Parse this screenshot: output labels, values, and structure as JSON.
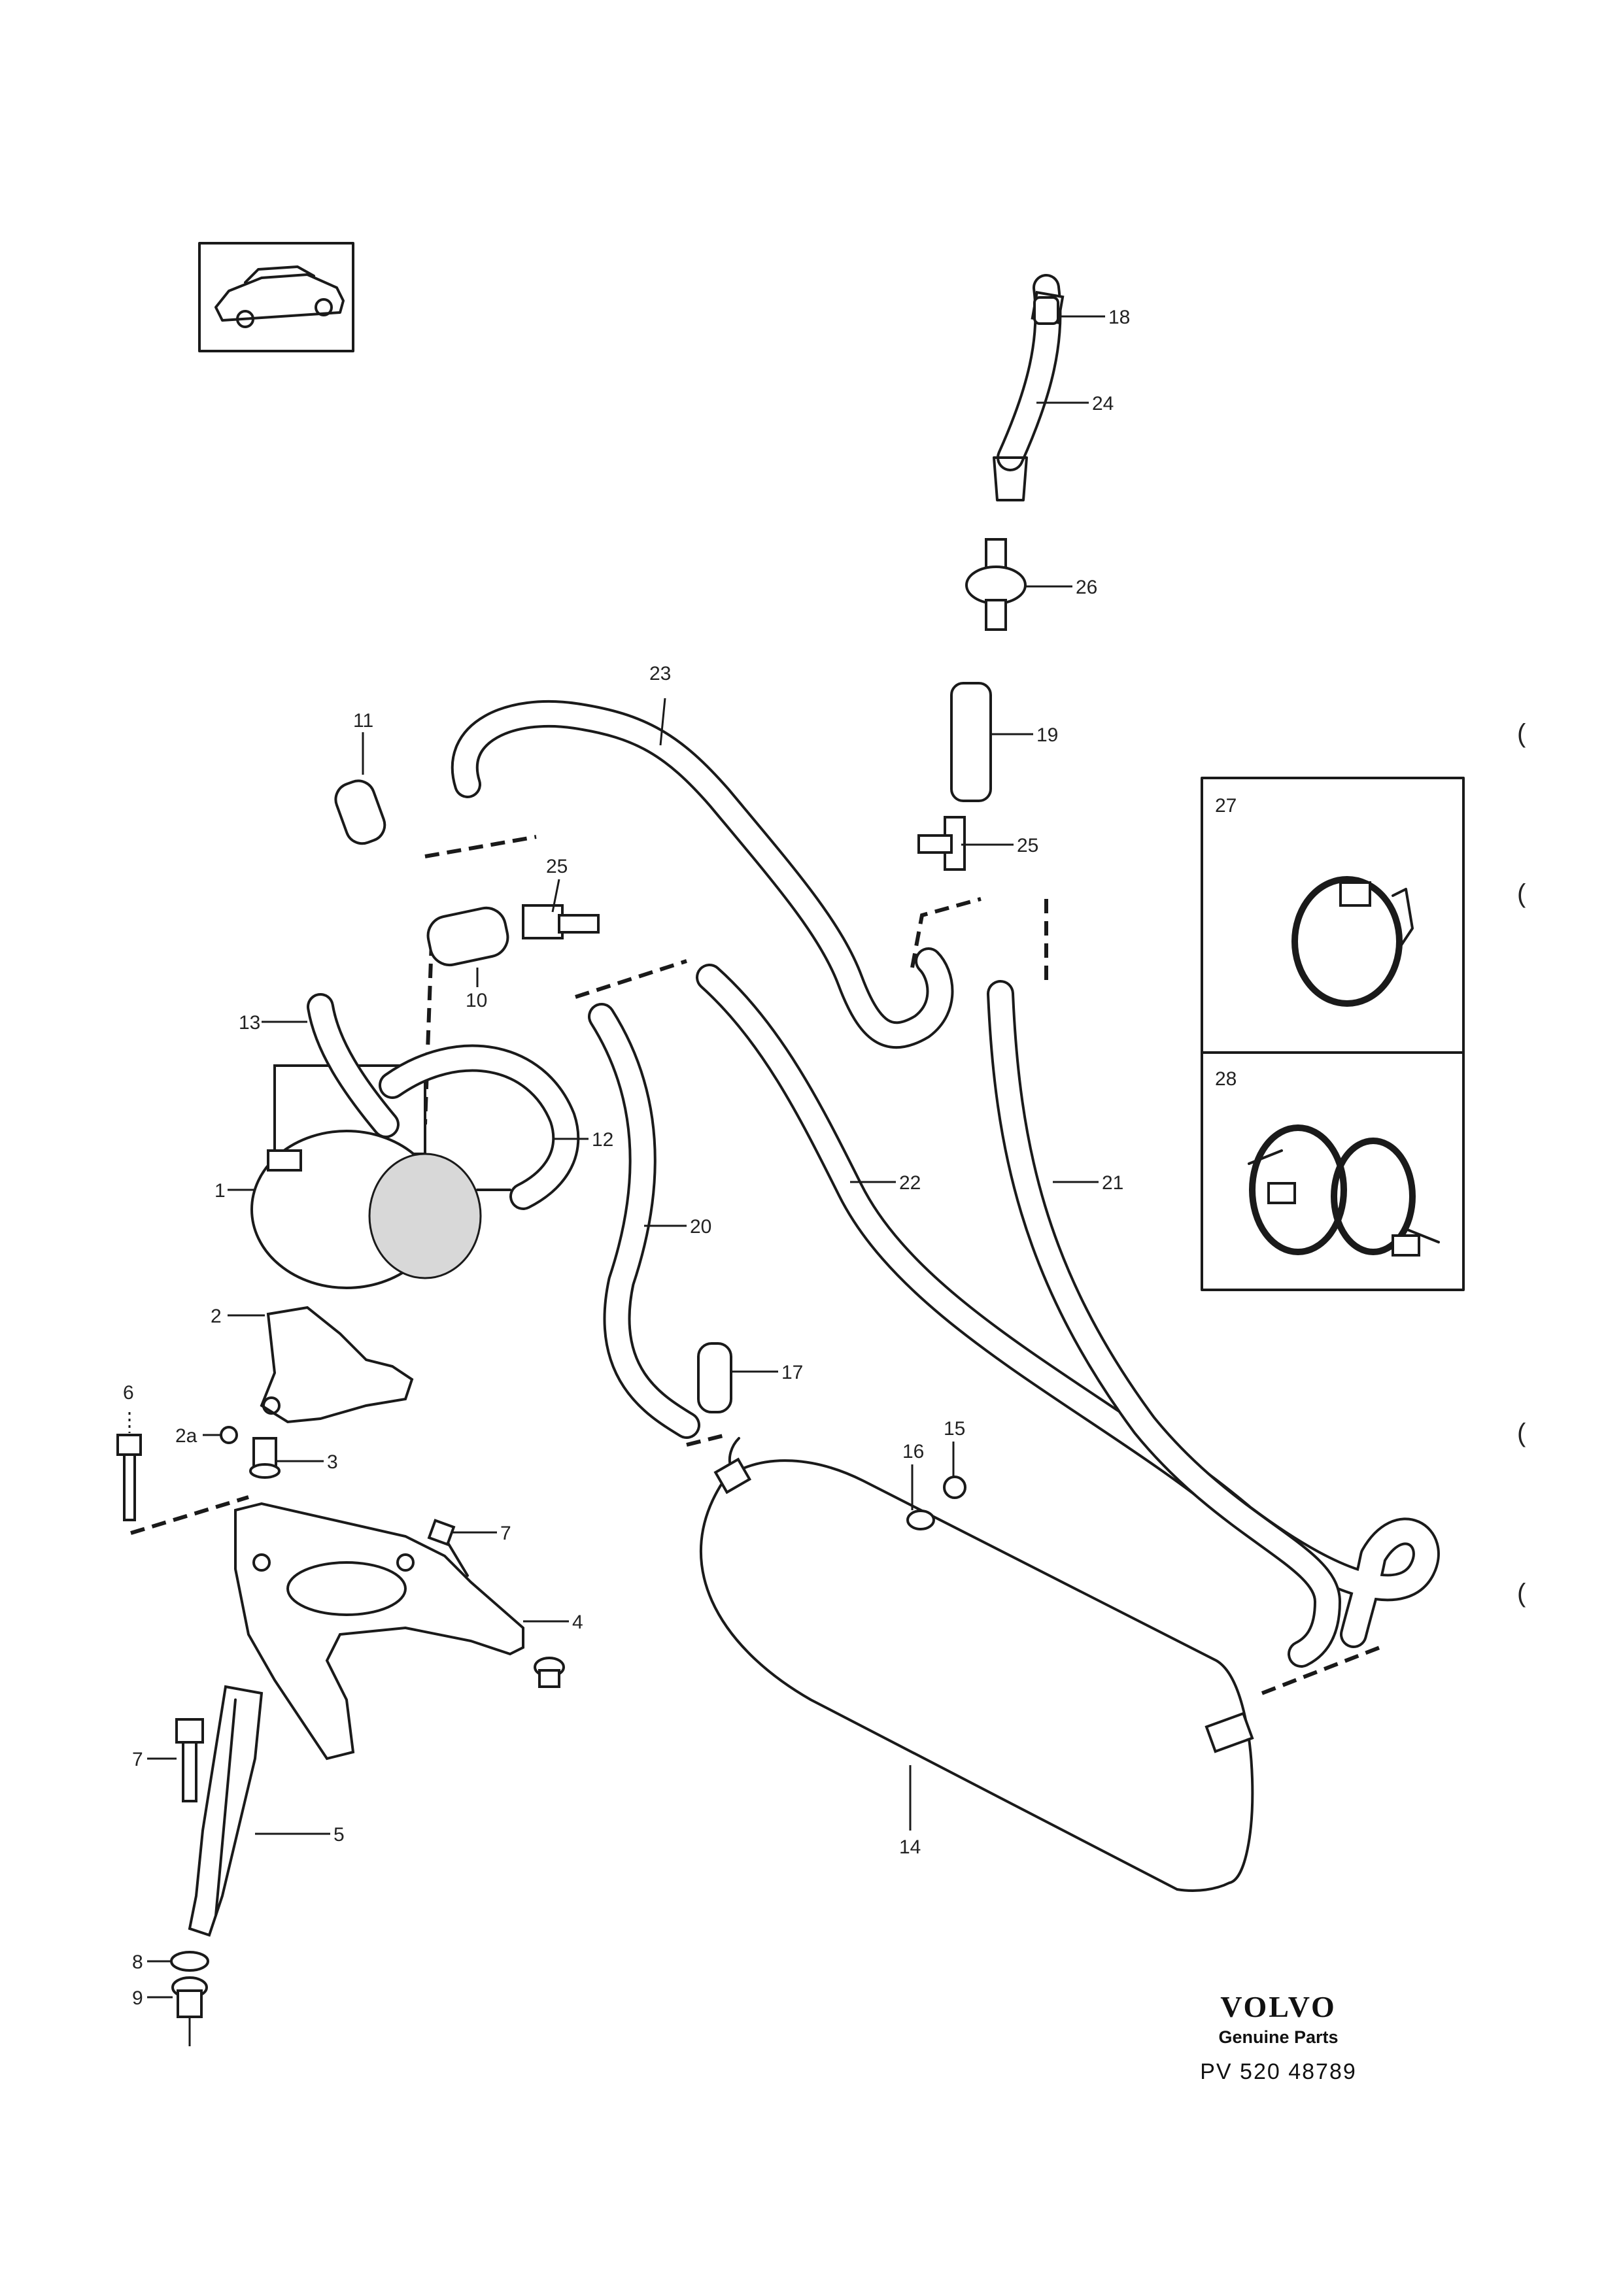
{
  "labels": {
    "p1": "1",
    "p2": "2",
    "p2a": "2a",
    "p3": "3",
    "p4": "4",
    "p5": "5",
    "p6": "6",
    "p7a": "7",
    "p7b": "7",
    "p8": "8",
    "p9": "9",
    "p10": "10",
    "p11": "11",
    "p12": "12",
    "p13": "13",
    "p14": "14",
    "p15": "15",
    "p16": "16",
    "p17": "17",
    "p18": "18",
    "p19": "19",
    "p20": "20",
    "p21": "21",
    "p22": "22",
    "p23": "23",
    "p24": "24",
    "p25a": "25",
    "p25b": "25",
    "p26": "26",
    "p27": "27",
    "p28": "28"
  },
  "brand": {
    "logo": "VOLVO",
    "subtitle": "Genuine Parts",
    "part_number": "PV 520 48789"
  },
  "margin_marks": [
    "(",
    "(",
    "(",
    "("
  ],
  "colors": {
    "ink": "#1a1a1a",
    "paper": "#ffffff"
  }
}
